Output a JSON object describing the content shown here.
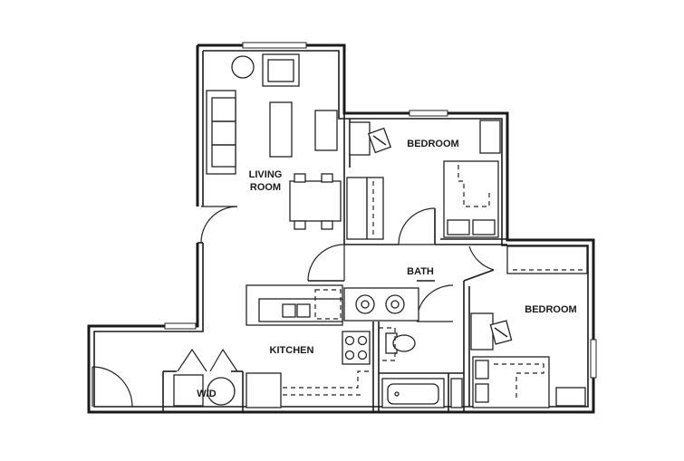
{
  "rooms": {
    "living": {
      "line1": "LIVING",
      "line2": "ROOM"
    },
    "bedroom_1": "BEDROOM",
    "bedroom_2": "BEDROOM",
    "bath": "BATH",
    "kitchen": "KITCHEN",
    "washer_dryer": "W/D"
  }
}
